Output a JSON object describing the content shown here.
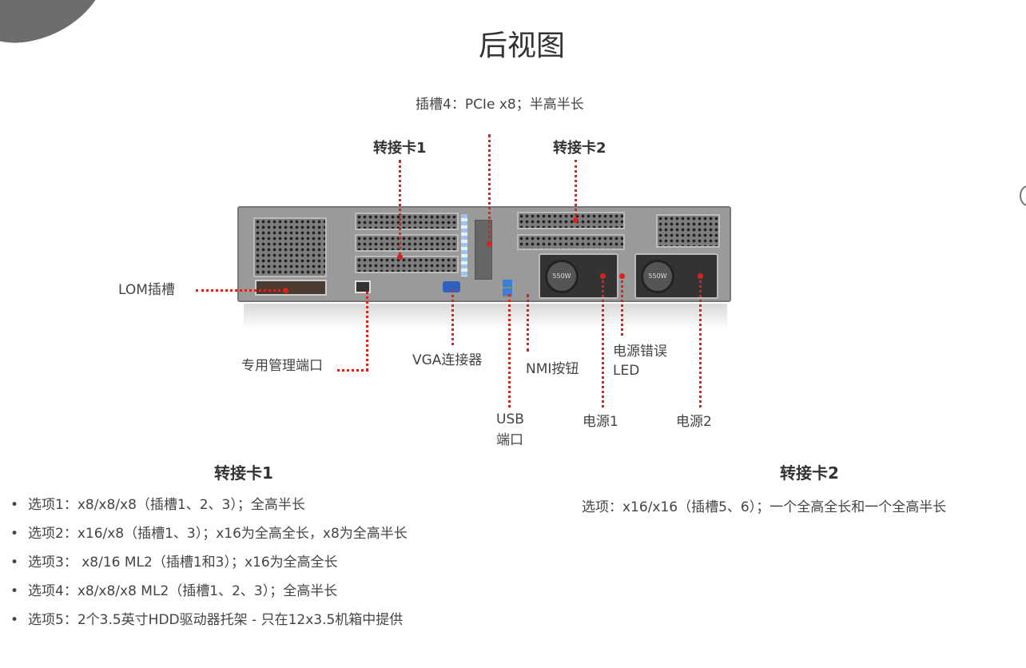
{
  "title": "后视图",
  "labels": {
    "slot4": "插槽4：PCIe x8；半高半长",
    "riser1": "转接卡1",
    "riser2": "转接卡2",
    "lom": "LOM插槽",
    "mgmt": "专用管理端口",
    "vga": "VGA连接器",
    "usb_line1": "USB",
    "usb_line2": "端口",
    "nmi": "NMI按钮",
    "psu_led_line1": "电源错误",
    "psu_led_line2": "LED",
    "psu1": "电源1",
    "psu2": "电源2"
  },
  "riser1": {
    "heading": "转接卡1",
    "options": [
      "选项1：x8/x8/x8（插槽1、2、3）；全高半长",
      "选项2：x16/x8（插槽1、3）；x16为全高全长，x8为全高半长",
      "选项3： x8/16 ML2（插槽1和3）；x16为全高全长",
      "选项4：x8/x8/x8 ML2（插槽1、2、3）；全高半长",
      "选项5：2个3.5英寸HDD驱动器托架 - 只在12x3.5机箱中提供"
    ]
  },
  "riser2": {
    "heading": "转接卡2",
    "option": "选项：x16/x16（插槽5、6）；一个全高全长和一个全高半长"
  },
  "psu_rating": "550W",
  "colors": {
    "leader": "#d8241c",
    "text": "#333333"
  }
}
